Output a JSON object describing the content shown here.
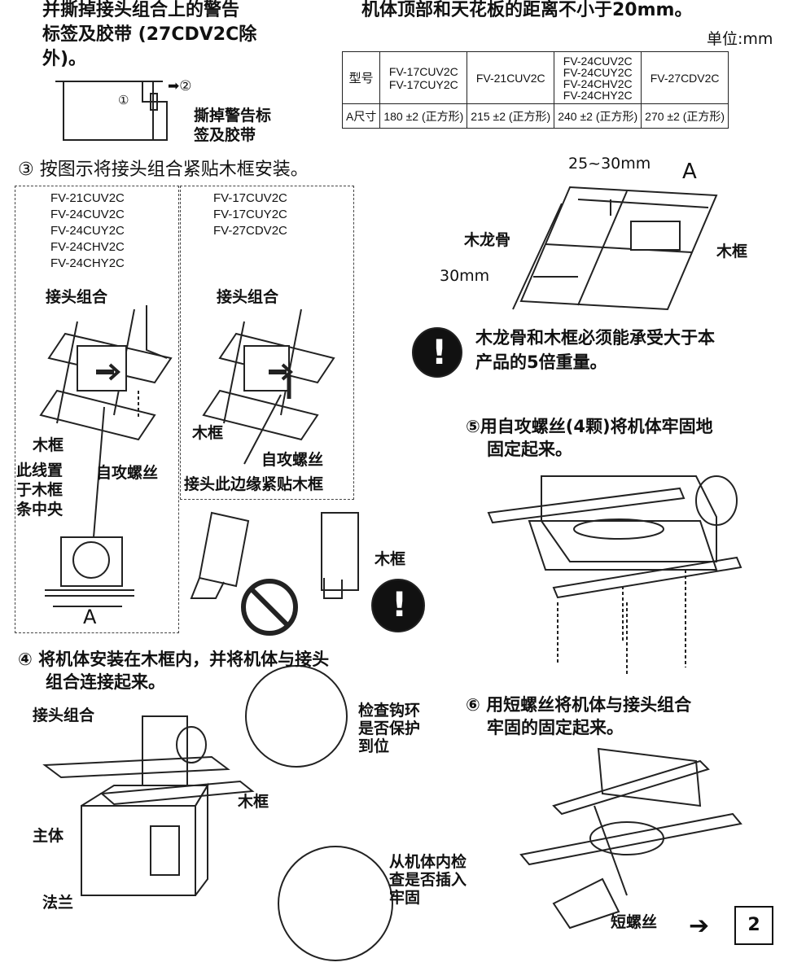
{
  "top_left": {
    "line1": "并撕掉接头组合上的警告",
    "line2": "标签及胶带 (27CDV2C除",
    "line3": "外)。"
  },
  "top_right": {
    "note": "机体顶部和天花板的距离不小于20mm。",
    "unit": "单位:mm"
  },
  "spec_table": {
    "header_label": "型号",
    "row_label": "A尺寸",
    "columns": [
      {
        "models": [
          "FV-17CUV2C",
          "FV-17CUY2C"
        ],
        "value": "180 ±2 (正方形)"
      },
      {
        "models": [
          "FV-21CUV2C"
        ],
        "value": "215 ±2 (正方形)"
      },
      {
        "models": [
          "FV-24CUV2C",
          "FV-24CUY2C",
          "FV-24CHV2C",
          "FV-24CHY2C"
        ],
        "value": "240 ±2 (正方形)"
      },
      {
        "models": [
          "FV-27CDV2C"
        ],
        "value": "270 ±2 (正方形)"
      }
    ]
  },
  "fig_remove": {
    "circle1": "①",
    "arrow2": "➡②",
    "caption_l1": "撕掉警告标",
    "caption_l2": "签及胶带"
  },
  "step3": {
    "title": "③ 按图示将接头组合紧贴木框安装。",
    "left_models": [
      "FV-21CUV2C",
      "FV-24CUV2C",
      "FV-24CUY2C",
      "FV-24CHV2C",
      "FV-24CHY2C"
    ],
    "right_models": [
      "FV-17CUV2C",
      "FV-17CUY2C",
      "FV-27CDV2C"
    ],
    "joint_left": "接头组合",
    "joint_right": "接头组合",
    "frame_left": "木框",
    "frame_right": "木框",
    "screw_left": "自攻螺丝",
    "screw_right": "自攻螺丝",
    "line_note": [
      "此线置",
      "于木框",
      "条中央"
    ],
    "edge_note": "接头此边缘紧贴木框",
    "dim_a": "A",
    "frame_check": "木框"
  },
  "frame_fig": {
    "dim_top": "25~30mm",
    "dim_a": "A",
    "joist": "木龙骨",
    "frame": "木框",
    "dim_side": "30mm"
  },
  "warning": {
    "line1": "木龙骨和木框必须能承受大于本",
    "line2": "产品的5倍重量。"
  },
  "step4": {
    "line1": "④ 将机体安装在木框内，并将机体与接头",
    "line2": "组合连接起来。",
    "joint": "接头组合",
    "frame": "木框",
    "body": "主体",
    "flange": "法兰",
    "hook_check": [
      "检查钩环",
      "是否保护",
      "到位"
    ],
    "insert_check": [
      "从机体内检",
      "查是否插入",
      "牢固"
    ]
  },
  "step5": {
    "line1": "⑤用自攻螺丝(4颗)将机体牢固地",
    "line2": "固定起来。"
  },
  "step6": {
    "line1": "⑥ 用短螺丝将机体与接头组合",
    "line2": "牢固的固定起来。",
    "short_screw": "短螺丝"
  },
  "page": {
    "arrow": "➔",
    "number": "2"
  }
}
